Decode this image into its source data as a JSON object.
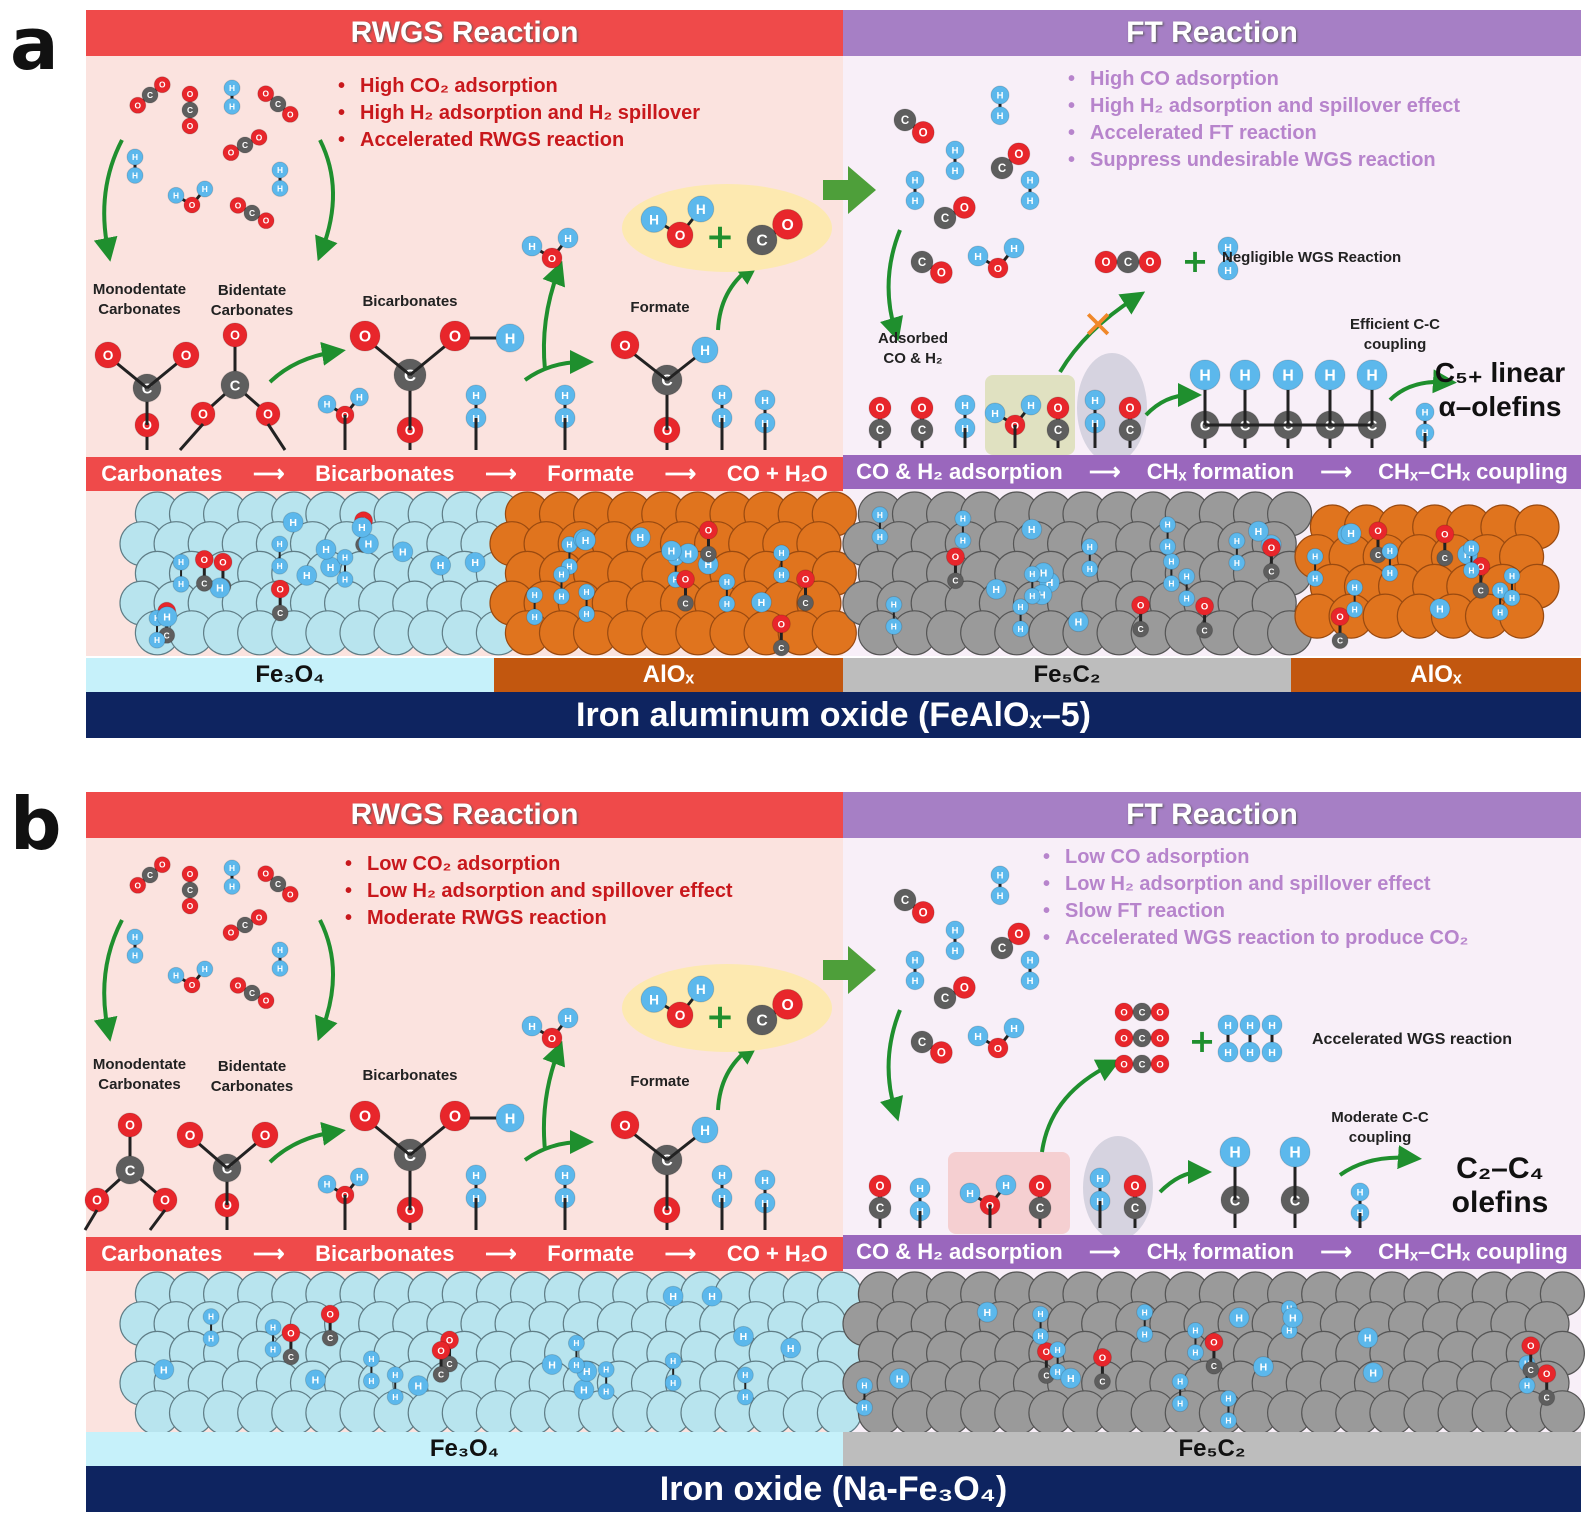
{
  "panels": [
    {
      "letter": "a",
      "rwgs_header": "RWGS Reaction",
      "ft_header": "FT Reaction",
      "rwgs_bullets": [
        "High CO₂ adsorption",
        "High H₂ adsorption and H₂ spillover",
        "Accelerated RWGS reaction"
      ],
      "ft_bullets": [
        "High CO adsorption",
        "High H₂ adsorption and spillover effect",
        "Accelerated FT reaction",
        "Suppress undesirable WGS reaction"
      ],
      "labels": {
        "monodentate": "Monodentate Carbonates",
        "bidentate": "Bidentate Carbonates",
        "bicarbonates": "Bicarbonates",
        "formate": "Formate",
        "adsorbed": "Adsorbed CO & H₂",
        "wgs_note": "Negligible WGS Reaction",
        "coupling_note": "Efficient C-C coupling",
        "product": "C₅₊ linear α–olefins"
      },
      "rwgs_steps": [
        "Carbonates",
        "Bicarbonates",
        "Formate",
        "CO + H₂O"
      ],
      "ft_steps": [
        "CO & H₂ adsorption",
        "CHₓ formation",
        "CHₓ–CHₓ coupling"
      ],
      "materials": [
        "Fe₃O₄",
        "AlOₓ",
        "Fe₅C₂",
        "AlOₓ"
      ],
      "catalyst": "Iron aluminum oxide (FeAlOₓ–5)",
      "wgs_blocked": true
    },
    {
      "letter": "b",
      "rwgs_header": "RWGS Reaction",
      "ft_header": "FT Reaction",
      "rwgs_bullets": [
        "Low CO₂ adsorption",
        "Low H₂ adsorption and spillover effect",
        "Moderate RWGS reaction"
      ],
      "ft_bullets": [
        "Low CO adsorption",
        "Low H₂ adsorption and spillover effect",
        "Slow FT reaction",
        "Accelerated WGS reaction to produce CO₂"
      ],
      "labels": {
        "monodentate": "Monodentate Carbonates",
        "bidentate": "Bidentate Carbonates",
        "bicarbonates": "Bicarbonates",
        "formate": "Formate",
        "wgs_note": "Accelerated WGS reaction",
        "coupling_note": "Moderate C-C coupling",
        "product": "C₂–C₄ olefins"
      },
      "rwgs_steps": [
        "Carbonates",
        "Bicarbonates",
        "Formate",
        "CO + H₂O"
      ],
      "ft_steps": [
        "CO & H₂ adsorption",
        "CHₓ formation",
        "CHₓ–CHₓ coupling"
      ],
      "materials": [
        "Fe₃O₄",
        "Fe₅C₂"
      ],
      "catalyst": "Iron oxide (Na-Fe₃O₄)",
      "wgs_blocked": false
    }
  ],
  "colors": {
    "rwgs": "#ef4a4a",
    "ft": "#a67fc5",
    "oxygen": "#e8262b",
    "carbon": "#5e5e5e",
    "hydrogen": "#5cb8ec",
    "arrow": "#1f8f2e",
    "fe3o4": "#c6f1fa",
    "alox": "#c2570f",
    "fe5c2": "#bdbdbd",
    "catalyst_bar": "#0e2460"
  }
}
